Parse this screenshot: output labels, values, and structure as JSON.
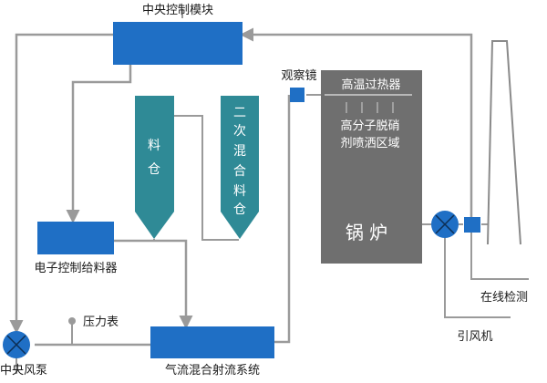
{
  "labels": {
    "central_control": "中央控制模块",
    "electronic_feeder": "电子控制给料器",
    "central_fan_pump": "中央风泵",
    "pressure_gauge": "压力表",
    "airflow_jet_system": "气流混合射流系统",
    "observation_mirror": "观察镜",
    "high_temp_superheater": "高温过热器",
    "denitration_zone_line1": "高分子脱硝",
    "denitration_zone_line2": "剂喷洒区域",
    "boiler": "锅 炉",
    "online_detection": "在线检测",
    "induced_draft_fan": "引风机"
  },
  "hoppers": {
    "material_bin": [
      "料",
      "仓"
    ],
    "secondary_mix_bin": [
      "二",
      "次",
      "混",
      "合",
      "料",
      "仓"
    ]
  },
  "colors": {
    "blue_box": "#1f6fc5",
    "hopper": "#2f8a96",
    "boiler": "#6f6f6f",
    "line": "#9a9a9a",
    "text": "#1a1a1a"
  }
}
